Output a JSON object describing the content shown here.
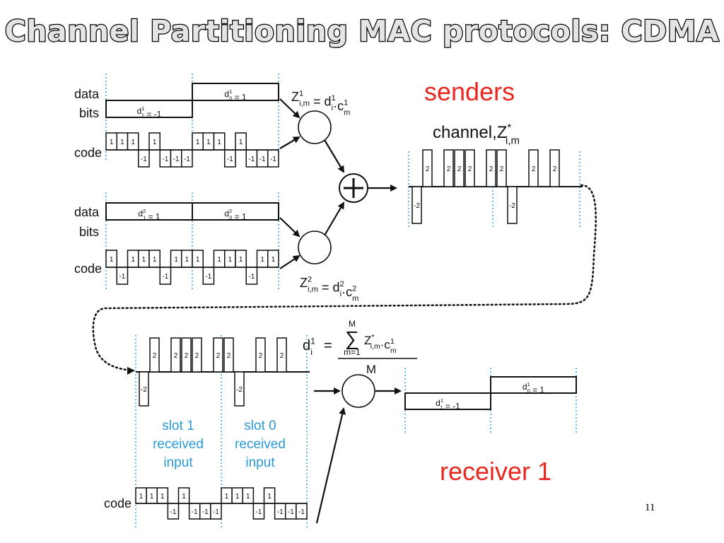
{
  "slide": {
    "title": "Channel Partitioning MAC protocols: CDMA",
    "page_number": "11"
  },
  "senders_section": {
    "heading": "senders",
    "channel_label": "channel,Z",
    "channel_sup": "*",
    "channel_sub": "i,m",
    "sender1": {
      "data_label_line1": "data",
      "data_label_line2": "bits",
      "code_label": "code",
      "data_bits": [
        {
          "text": "d",
          "sup": "1",
          "sub": "1",
          "value": "= -1",
          "level": -1
        },
        {
          "text": "d",
          "sup": "1",
          "sub": "0",
          "value": "= 1",
          "level": 1
        }
      ],
      "code_chips": [
        1,
        1,
        1,
        -1,
        1,
        -1,
        -1,
        -1
      ],
      "formula": {
        "lhs": "Z",
        "lhs_sup": "1",
        "lhs_sub": "i,m",
        "rhs": "= d",
        "rhs_sup": "1",
        "rhs_sub": "i",
        "mul": "·c",
        "c_sup": "1",
        "c_sub": "m"
      }
    },
    "sender2": {
      "data_label_line1": "data",
      "data_label_line2": "bits",
      "code_label": "code",
      "data_bits": [
        {
          "text": "d",
          "sup": "2",
          "sub": "1",
          "value": "= 1",
          "level": 1
        },
        {
          "text": "d",
          "sup": "2",
          "sub": "0",
          "value": "= 1",
          "level": 1
        }
      ],
      "code_chips": [
        1,
        -1,
        1,
        1,
        1,
        -1,
        1,
        1
      ],
      "formula": {
        "lhs": "Z",
        "lhs_sup": "2",
        "lhs_sub": "i,m",
        "rhs": "= d",
        "rhs_sup": "2",
        "rhs_sub": "i",
        "mul": "·c",
        "c_sup": "2",
        "c_sub": "m"
      }
    },
    "channel_chips": [
      -2,
      2,
      0,
      2,
      2,
      2,
      0,
      2,
      2,
      -2,
      0,
      2,
      0,
      2,
      0,
      0
    ]
  },
  "receiver_section": {
    "heading": "receiver 1",
    "received_chips": [
      -2,
      2,
      0,
      2,
      2,
      2,
      0,
      2,
      2,
      -2,
      0,
      2,
      0,
      2,
      0,
      0
    ],
    "slot1_label": [
      "slot 1",
      "received",
      "input"
    ],
    "slot0_label": [
      "slot 0",
      "received",
      "input"
    ],
    "code_label": "code",
    "code_chips": [
      1,
      1,
      1,
      -1,
      1,
      -1,
      -1,
      -1
    ],
    "decoded_bits": [
      {
        "text": "d",
        "sup": "1",
        "sub": "1",
        "value": "= -1",
        "level": -1
      },
      {
        "text": "d",
        "sup": "1",
        "sub": "0",
        "value": "= 1",
        "level": 1
      }
    ],
    "decode_formula": {
      "lhs": "d",
      "lhs_sup": "1",
      "lhs_sub": "i",
      "eq": "=",
      "sum_top": "M",
      "sum_bottom": "m=1",
      "sum_symbol": "∑",
      "term": "Z",
      "term_sup": "*",
      "term_sub": "i,m",
      "mul": "·c",
      "c_sup": "1",
      "c_sub": "m",
      "denominator": "M"
    }
  },
  "colors": {
    "heading_red": "#e8281e",
    "slot_blue": "#2a9bd8",
    "guide_blue": "#3aa0e6",
    "ink": "#111111"
  }
}
